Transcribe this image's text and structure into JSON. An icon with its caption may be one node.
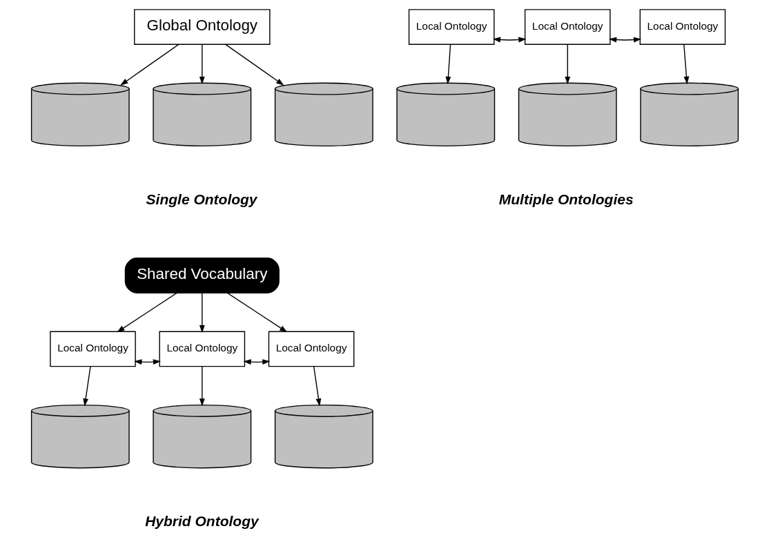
{
  "diagram": {
    "nodes": [
      {
        "text": [
          "Global Ontology"
        ]
      },
      {
        "text": [],
        "shape": "cylinder"
      },
      {
        "text": [],
        "shape": "cylinder"
      },
      {
        "text": [],
        "shape": "cylinder"
      },
      {
        "text": [
          "Local Ontology"
        ]
      },
      {
        "text": [
          "Local Ontology"
        ]
      },
      {
        "text": [
          "Local Ontology"
        ]
      },
      {
        "text": [],
        "shape": "cylinder"
      },
      {
        "text": [],
        "shape": "cylinder"
      },
      {
        "text": [],
        "shape": "cylinder"
      },
      {
        "text": [
          "Shared Vocabulary"
        ]
      },
      {
        "text": [
          "Local Ontology"
        ]
      },
      {
        "text": [
          "Local Ontology"
        ]
      },
      {
        "text": [
          "Local Ontology"
        ]
      },
      {
        "text": [],
        "shape": "cylinder"
      },
      {
        "text": [],
        "shape": "cylinder"
      },
      {
        "text": [],
        "shape": "cylinder"
      }
    ],
    "edges": [
      {
        "from": 0,
        "to": 1,
        "arrow": "to"
      },
      {
        "from": 0,
        "to": 2,
        "arrow": "to"
      },
      {
        "from": 0,
        "to": 3,
        "arrow": "to"
      },
      {
        "from": 4,
        "to": 5,
        "arrow": "both"
      },
      {
        "from": 5,
        "to": 6,
        "arrow": "both"
      },
      {
        "from": 4,
        "to": 7,
        "arrow": "to"
      },
      {
        "from": 5,
        "to": 8,
        "arrow": "to"
      },
      {
        "from": 6,
        "to": 9,
        "arrow": "to"
      },
      {
        "from": 10,
        "to": 11,
        "arrow": "to"
      },
      {
        "from": 10,
        "to": 12,
        "arrow": "to"
      },
      {
        "from": 10,
        "to": 13,
        "arrow": "to"
      },
      {
        "from": 11,
        "to": 12,
        "arrow": "both"
      },
      {
        "from": 12,
        "to": 13,
        "arrow": "both"
      },
      {
        "from": 11,
        "to": 14,
        "arrow": "to"
      },
      {
        "from": 12,
        "to": 15,
        "arrow": "to"
      },
      {
        "from": 13,
        "to": 16,
        "arrow": "to"
      }
    ],
    "labels": [
      "Single Ontology",
      "Multiple Ontologies",
      "Hybrid Ontology"
    ]
  }
}
